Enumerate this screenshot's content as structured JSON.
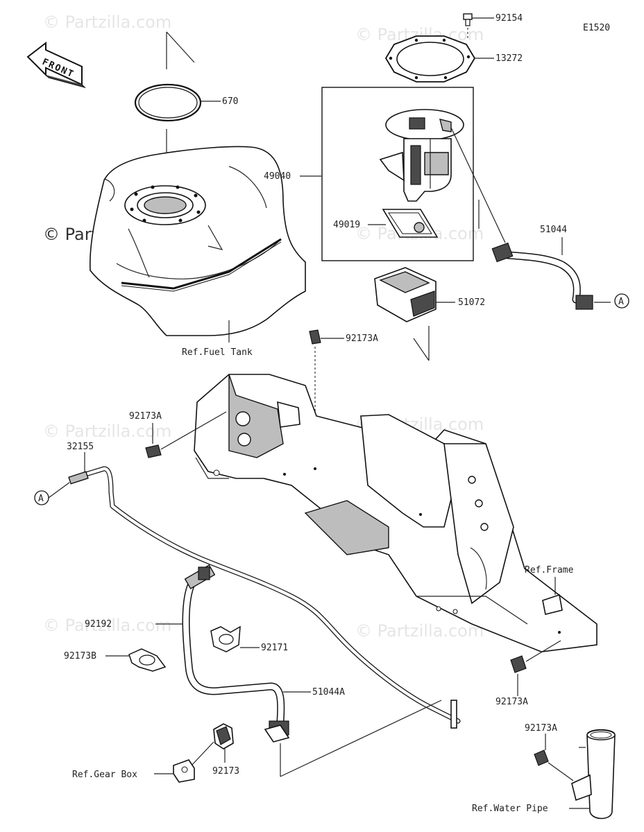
{
  "diagram_code": "E1520",
  "front_label": "FRONT",
  "watermarks": {
    "text": "© Partzilla.com"
  },
  "connector_marker": "A",
  "parts": {
    "p92154": "92154",
    "p13272": "13272",
    "p670": "670",
    "p49040": "49040",
    "p49019": "49019",
    "p51044": "51044",
    "p51072": "51072",
    "p92173A_top": "92173A",
    "p92173A_left": "92173A",
    "p32155": "32155",
    "p92192": "92192",
    "p92171": "92171",
    "p92173B": "92173B",
    "p51044A": "51044A",
    "p92173": "92173",
    "p92173A_right": "92173A",
    "p92173A_bottom": "92173A"
  },
  "references": {
    "fuel_tank": "Ref.Fuel Tank",
    "frame": "Ref.Frame",
    "gear_box": "Ref.Gear Box",
    "water_pipe": "Ref.Water Pipe"
  }
}
